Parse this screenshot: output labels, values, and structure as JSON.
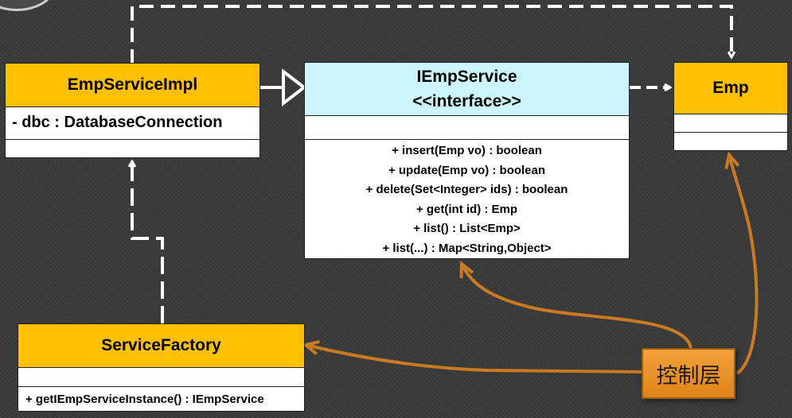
{
  "classes": {
    "emp_service_impl": {
      "name": "EmpServiceImpl",
      "attribute": "- dbc : DatabaseConnection"
    },
    "iemp_service": {
      "name": "IEmpService",
      "stereotype": "<<interface>>",
      "methods": [
        "+ insert(Emp vo) : boolean",
        "+ update(Emp vo) : boolean",
        "+ delete(Set<Integer> ids) : boolean",
        "+ get(int id) : Emp",
        "+ list() : List<Emp>",
        "+ list(...) : Map<String,Object>"
      ]
    },
    "emp": {
      "name": "Emp"
    },
    "service_factory": {
      "name": "ServiceFactory",
      "method": "+ getIEmpServiceInstance()  : IEmpService"
    }
  },
  "control_layer": {
    "label": "控制层"
  },
  "colors": {
    "class_header": "#ffc000",
    "interface_header": "#ccf7fa",
    "control_layer": "#e8901f",
    "control_arrow": "#c97a22",
    "dependency_line": "#ffffff"
  }
}
